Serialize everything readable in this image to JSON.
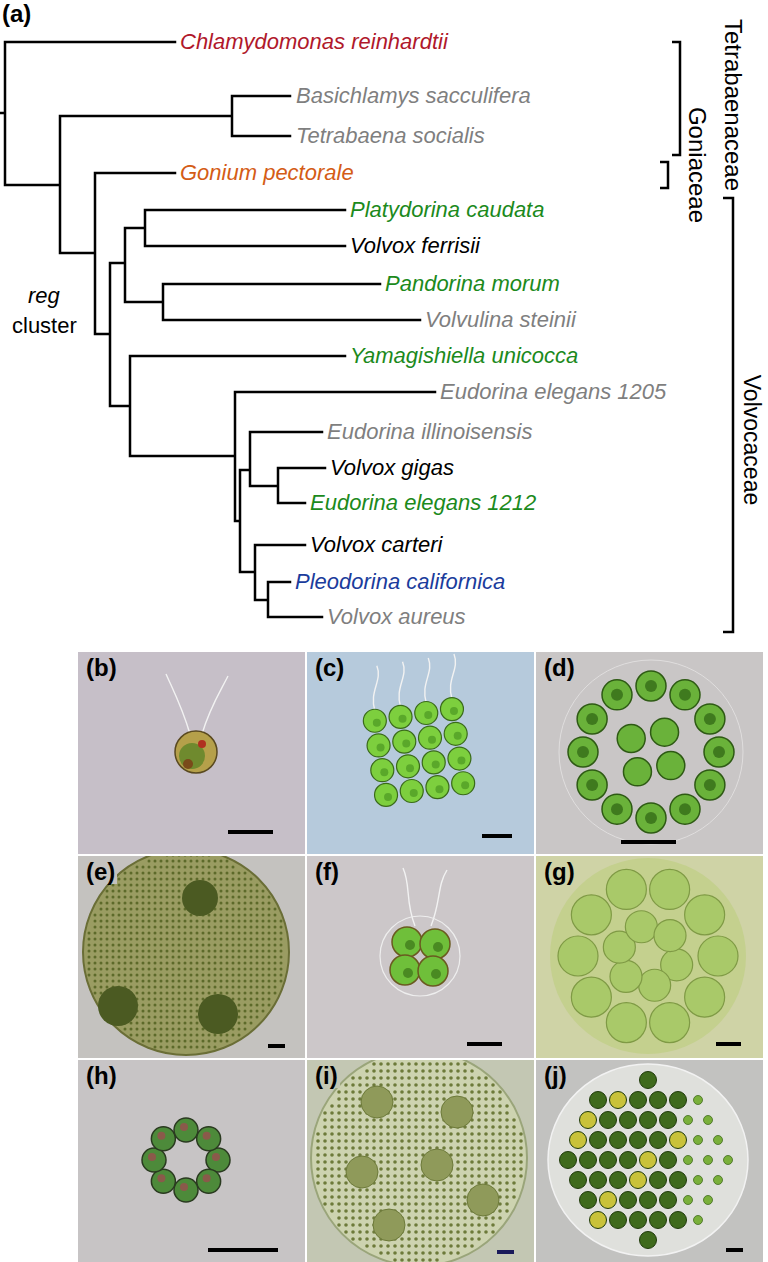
{
  "diagram": {
    "nodes": [
      {
        "text": [
          "(b)"
        ]
      },
      {
        "text": [
          "(c)"
        ]
      },
      {
        "text": [
          "(d)"
        ]
      },
      {
        "text": [
          "(e)"
        ]
      },
      {
        "text": [
          "(f)"
        ]
      },
      {
        "text": [
          "(g)"
        ]
      },
      {
        "text": [
          "(h)"
        ]
      },
      {
        "text": [
          "(i)"
        ]
      },
      {
        "text": [
          "(j)"
        ]
      }
    ],
    "labels": [
      "(a)",
      "Chlamydomonas reinhardtii",
      "Basichlamys sacculifera",
      "Tetrabaena socialis",
      "Gonium pectorale",
      "Platydorina caudata",
      "Volvox ferrisii",
      "Pandorina morum",
      "Volvulina steinii",
      "Yamagishiella unicocca",
      "Eudorina elegans 1205",
      "Eudorina illinoisensis",
      "Volvox gigas",
      "Eudorina elegans 1212",
      "Volvox carteri",
      "Pleodorina californica",
      "Volvox aureus",
      "reg",
      "cluster",
      "Tetrabaenaceae",
      "Goniaceae",
      "Volvocaceae"
    ]
  }
}
